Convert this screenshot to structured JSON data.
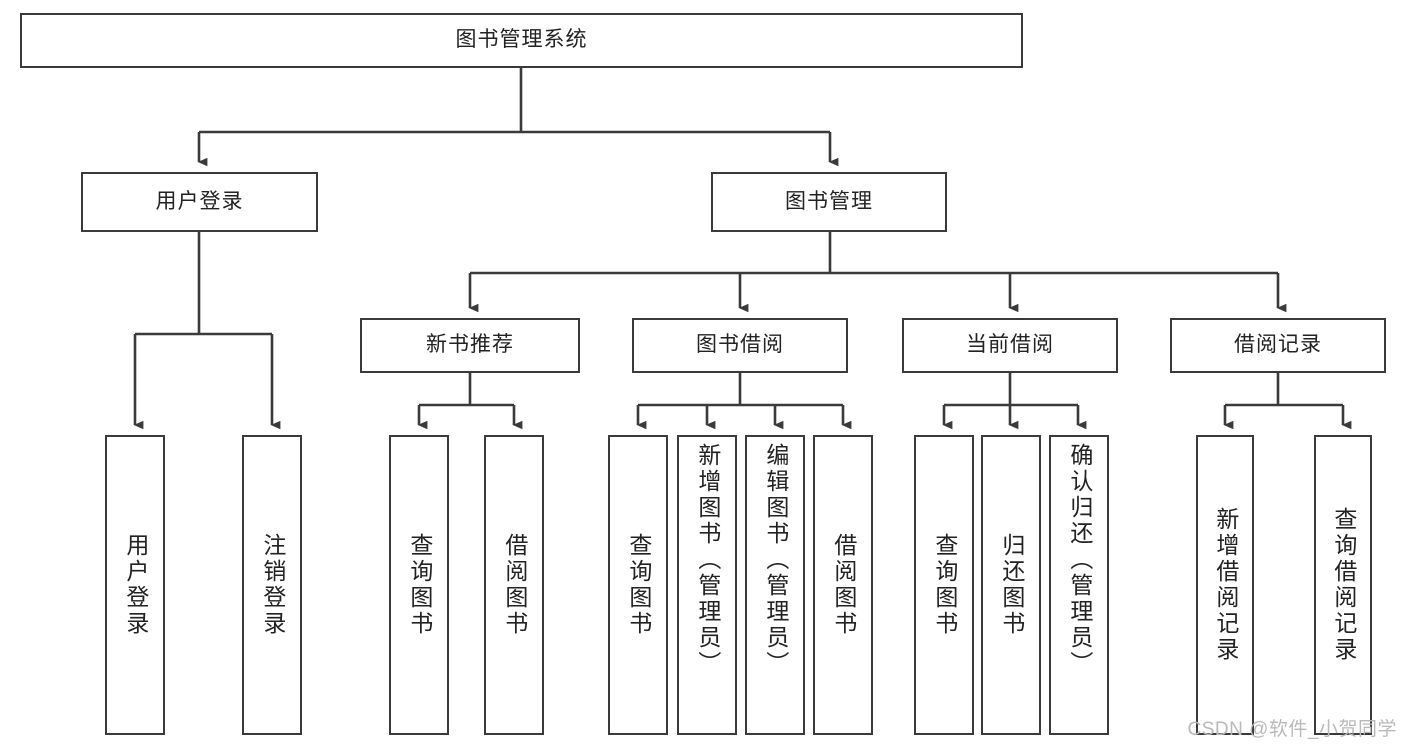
{
  "diagram": {
    "title": "图书管理系统",
    "type": "hierarchy-tree",
    "root": {
      "label": "图书管理系统"
    },
    "level2": [
      {
        "label": "用户登录"
      },
      {
        "label": "图书管理"
      }
    ],
    "level3": [
      {
        "label": "新书推荐"
      },
      {
        "label": "图书借阅"
      },
      {
        "label": "当前借阅"
      },
      {
        "label": "借阅记录"
      }
    ],
    "leaves": {
      "user_login": [
        {
          "label": "用户登录"
        },
        {
          "label": "注销登录"
        }
      ],
      "new_book_recommend": [
        {
          "label": "查询图书"
        },
        {
          "label": "借阅图书"
        }
      ],
      "book_borrow": [
        {
          "label": "查询图书"
        },
        {
          "label": "新增图书（管理员）"
        },
        {
          "label": "编辑图书（管理员）"
        },
        {
          "label": "借阅图书"
        }
      ],
      "current_borrow": [
        {
          "label": "查询图书"
        },
        {
          "label": "归还图书"
        },
        {
          "label": "确认归还（管理员）"
        }
      ],
      "borrow_record": [
        {
          "label": "新增借阅记录"
        },
        {
          "label": "查询借阅记录"
        }
      ]
    }
  },
  "watermark": {
    "text": "CSDN @软件_小贺同学"
  },
  "colors": {
    "stroke": "#3a3a3a",
    "text": "#222222",
    "background": "#ffffff",
    "watermark": "#b9b9b9"
  }
}
